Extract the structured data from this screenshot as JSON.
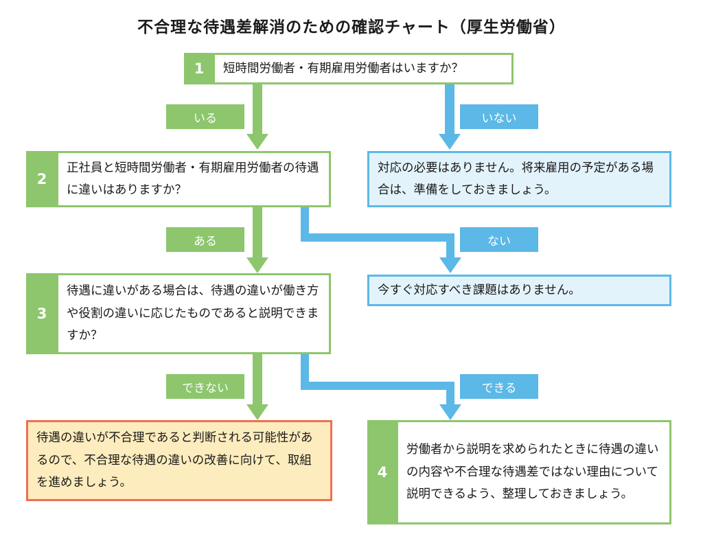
{
  "title": "不合理な待遇差解消のための確認チャート（厚生労働省）",
  "colors": {
    "green": "#8dc66c",
    "blue": "#5cb8e6",
    "red": "#ee6e56",
    "yellow": "#fdecbd",
    "light_blue": "#e3f3fb"
  },
  "questions": [
    {
      "number": "1",
      "text": "短時間労働者・有期雇用労働者はいますか？"
    },
    {
      "number": "2",
      "text": "正社員と短時間労働者・有期雇用労働者の待遇に違いはありますか？"
    },
    {
      "number": "3",
      "text": "待遇に違いがある場合は、待遇の違いが働き方や役割の違いに応じたものであると説明できますか？"
    }
  ],
  "answers": {
    "q1_yes": "いる",
    "q1_no": "いない",
    "q2_yes": "ある",
    "q2_no": "ない",
    "q3_no": "できない",
    "q3_yes": "できる"
  },
  "results": {
    "no_workers": "対応の必要はありません。将来雇用の予定がある場合は、準備をしておきましょう。",
    "no_difference": "今すぐ対応すべき課題はありません。",
    "cannot_explain": "待遇の違いが不合理であると判断される可能性があるので、不合理な待遇の違いの改善に向けて、取組を進めましょう。",
    "can_explain": {
      "number": "4",
      "text": "労働者から説明を求められたときに待遇の違いの内容や不合理な待遇差ではない理由について説明できるよう、整理しておきましょう。"
    }
  }
}
